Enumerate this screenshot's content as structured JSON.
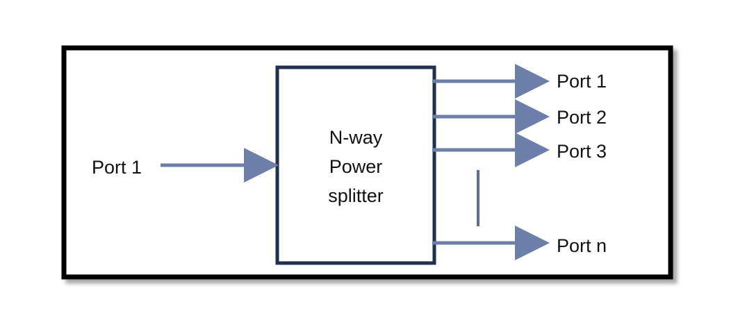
{
  "diagram": {
    "input_label": "Port 1",
    "splitter": {
      "line1": "N-way",
      "line2": "Power",
      "line3": "splitter"
    },
    "outputs": [
      {
        "label": "Port 1"
      },
      {
        "label": "Port 2"
      },
      {
        "label": "Port 3"
      },
      {
        "label": "Port n"
      }
    ],
    "arrow_color": "#6b7fa8",
    "box_border_color": "#1f3050",
    "frame_color": "#000000"
  }
}
